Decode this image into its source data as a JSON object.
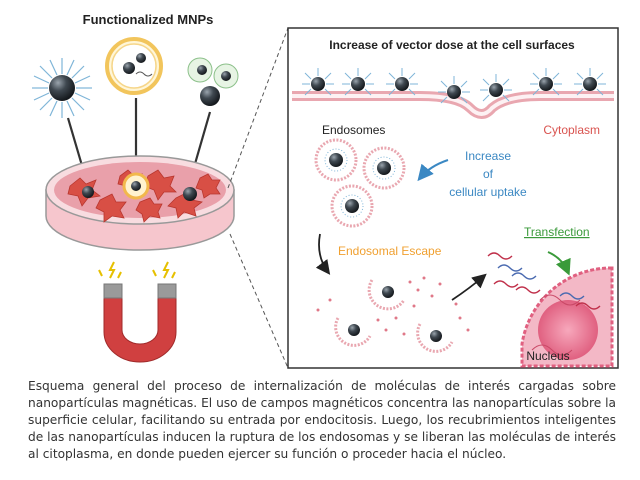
{
  "labels": {
    "functionalized": "Functionalized MNPs",
    "dose_title": "Increase of vector dose at the cell surfaces",
    "endosomes": "Endosomes",
    "cytoplasm": "Cytoplasm",
    "uptake_1": "Increase",
    "uptake_2": "of",
    "uptake_3": "cellular uptake",
    "escape": "Endosomal Escape",
    "transfection": "Transfection",
    "nucleus": "Nucleus"
  },
  "caption": "Esquema general del proceso de internalización de moléculas de interés cargadas sobre nanopartículas magnéticas. El uso de campos magnéticos concentra las nanopartículas sobre la superficie celular, facilitando su entrada por endocitosis. Luego, los recubrimientos inteligentes de las nanopartículas inducen la ruptura de los endosomas y se liberan las moléculas de interés al citoplasma, en donde pueden ejercer su función o proceder hacia el núcleo.",
  "colors": {
    "cytoplasm": "#d9534f",
    "uptake": "#3b88c3",
    "escape": "#f0a030",
    "transfection": "#3a9a3a",
    "magnet": "#d04040",
    "dish": "#f4b8c0"
  }
}
